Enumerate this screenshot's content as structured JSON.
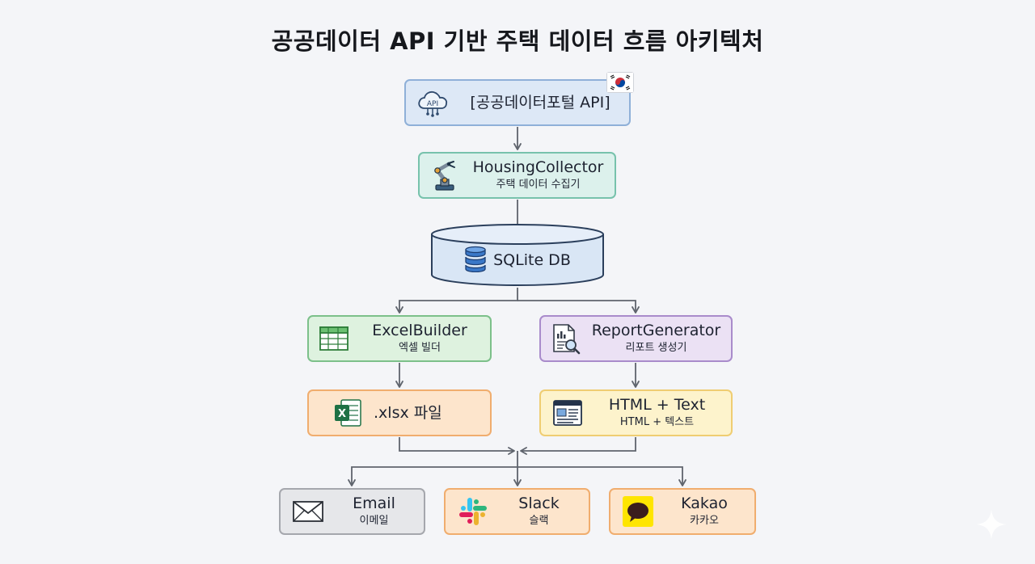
{
  "title": "공공데이터 API 기반 주택 데이터 흐름 아키텍처",
  "nodes": {
    "api": {
      "label": "[공공데이터포털 API]",
      "icon_text": "API",
      "icon": "cloud-api-icon"
    },
    "collector": {
      "label": "HousingCollector",
      "sub": "주택 데이터 수집기",
      "icon": "robot-arm-icon"
    },
    "db": {
      "label": "SQLite DB",
      "icon": "database-icon"
    },
    "excel": {
      "label": "ExcelBuilder",
      "sub": "엑셀 빌더",
      "icon": "spreadsheet-icon"
    },
    "report": {
      "label": "ReportGenerator",
      "sub": "리포트 생성기",
      "icon": "report-search-icon"
    },
    "xlsx": {
      "label": ".xlsx 파일",
      "icon_text": "X",
      "icon": "excel-file-icon"
    },
    "html": {
      "label": "HTML + Text",
      "sub": "HTML + 텍스트",
      "icon": "browser-window-icon"
    },
    "email": {
      "label": "Email",
      "sub": "이메일",
      "icon": "envelope-icon"
    },
    "slack": {
      "label": "Slack",
      "sub": "슬랙",
      "icon": "slack-icon"
    },
    "kakao": {
      "label": "Kakao",
      "sub": "카카오",
      "icon": "kakao-talk-icon"
    }
  },
  "colors": {
    "api": "#dde8f6",
    "collector": "#dcf1ec",
    "db": "#d9e6f5",
    "excel": "#def2df",
    "report": "#ebe1f4",
    "output_orange": "#fde5cc",
    "html": "#fdf3cc",
    "email": "#e6e7ea",
    "kakao_yellow": "#fee500",
    "arrow": "#5f646d"
  }
}
